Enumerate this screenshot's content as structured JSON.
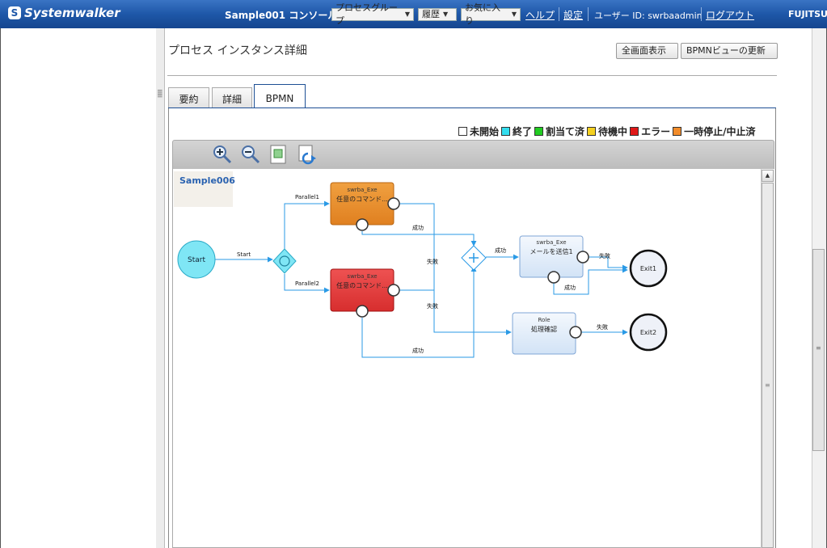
{
  "header": {
    "logo_text": "Systemwalker",
    "app_title": "Sample001 コンソール",
    "dropdowns": [
      "プロセスグループ",
      "履歴",
      "お気に入り"
    ],
    "links": {
      "help": "ヘルプ",
      "settings": "設定",
      "logout": "ログアウト"
    },
    "user_label": "ユーザー ID: swrbaadmin",
    "vendor": "FUJITSU"
  },
  "page": {
    "title": "プロセス インスタンス詳細",
    "buttons": {
      "fullscreen": "全画面表示",
      "refresh": "BPMNビューの更新"
    },
    "tabs": [
      "要約",
      "詳細",
      "BPMN"
    ],
    "active_tab": "BPMN"
  },
  "legend": [
    {
      "label": "未開始",
      "color": "#ffffff"
    },
    {
      "label": "終了",
      "color": "#33ddee"
    },
    {
      "label": "割当て済",
      "color": "#22cc22"
    },
    {
      "label": "待機中",
      "color": "#f4d020"
    },
    {
      "label": "エラー",
      "color": "#e01818"
    },
    {
      "label": "一時停止/中止済",
      "color": "#f28c2a"
    }
  ],
  "toolbar": {
    "icons": [
      "zoom-in-icon",
      "zoom-out-icon",
      "fit-page-icon",
      "refresh-diagram-icon"
    ]
  },
  "diagram": {
    "process_name": "Sample006",
    "nodes": {
      "start": "Start",
      "task1": {
        "type": "swrba_Exe",
        "name": "任意のコマンド..."
      },
      "task2": {
        "type": "swrba_Exe",
        "name": "任意のコマンド..."
      },
      "task3": {
        "type": "swrba_Exe",
        "name": "メールを送信1"
      },
      "task4": {
        "type": "Role",
        "name": "処理確認"
      },
      "exit1": "Exit1",
      "exit2": "Exit2"
    },
    "edges": {
      "start": "Start",
      "parallel1": "Parallel1",
      "parallel2": "Parallel2",
      "success": "成功",
      "failure": "失敗"
    }
  },
  "colors": {
    "header": "#1e57a8",
    "task_orange": "#e88e2c",
    "task_red": "#e03c3c",
    "task_blue": "#dde9f8",
    "start_fill": "#7fe6f5",
    "arrow": "#2a9ae6"
  }
}
